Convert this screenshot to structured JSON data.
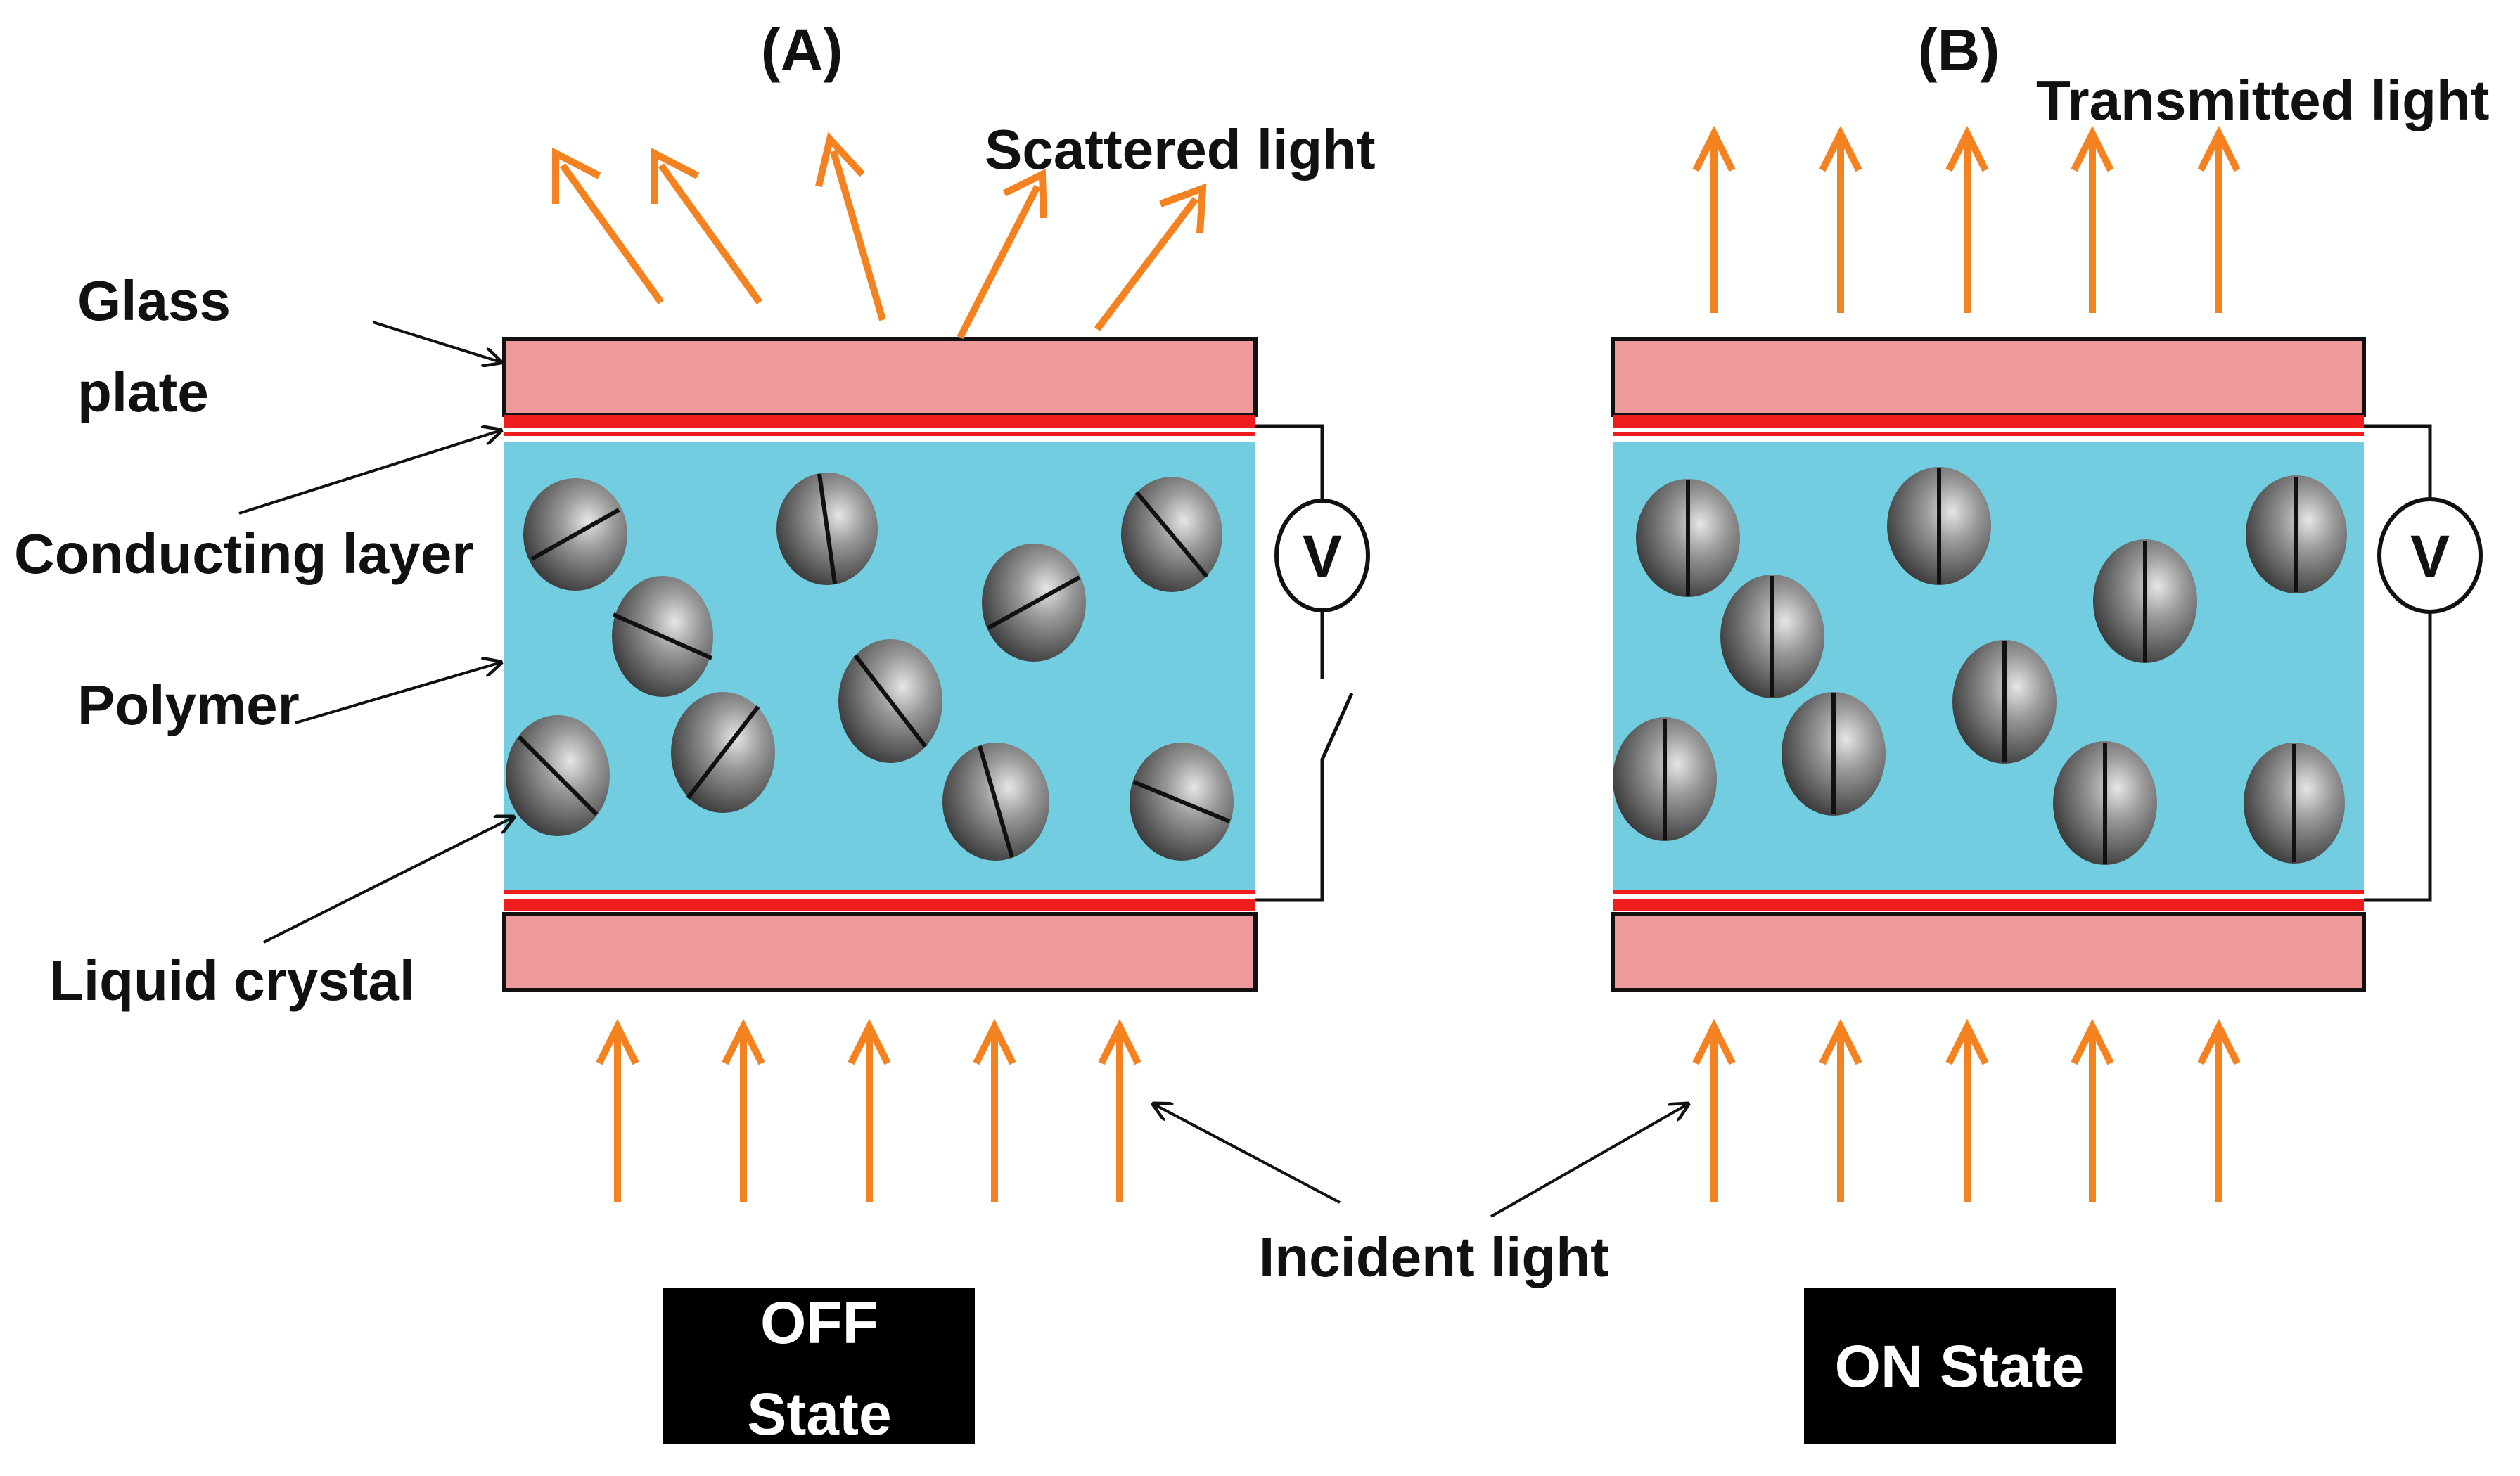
{
  "panels": [
    {
      "id": "A",
      "label": "(A)",
      "state_lines": [
        "OFF",
        "State"
      ],
      "emergent_light_label": "Scattered light",
      "voltmeter": "V",
      "switch_closed": false,
      "droplet_orientation": "random"
    },
    {
      "id": "B",
      "label": "(B)",
      "state_lines": [
        "ON State"
      ],
      "emergent_light_label": "Transmitted light",
      "voltmeter": "V",
      "switch_closed": true,
      "droplet_orientation": "aligned-vertical"
    }
  ],
  "labels": {
    "glass_plate_line1": "Glass",
    "glass_plate_line2": "plate",
    "conducting_layer": "Conducting layer",
    "polymer": "Polymer",
    "liquid_crystal": "Liquid crystal",
    "incident_light": "Incident light"
  },
  "colors": {
    "glass": "#ee9a9a",
    "conducting": "#ee1c1c",
    "polymer": "#72cde0",
    "light_arrow": "#f58220",
    "state_box": "#000000",
    "droplet_dark": "#3a3a3a",
    "droplet_light": "#d8d8d8"
  }
}
